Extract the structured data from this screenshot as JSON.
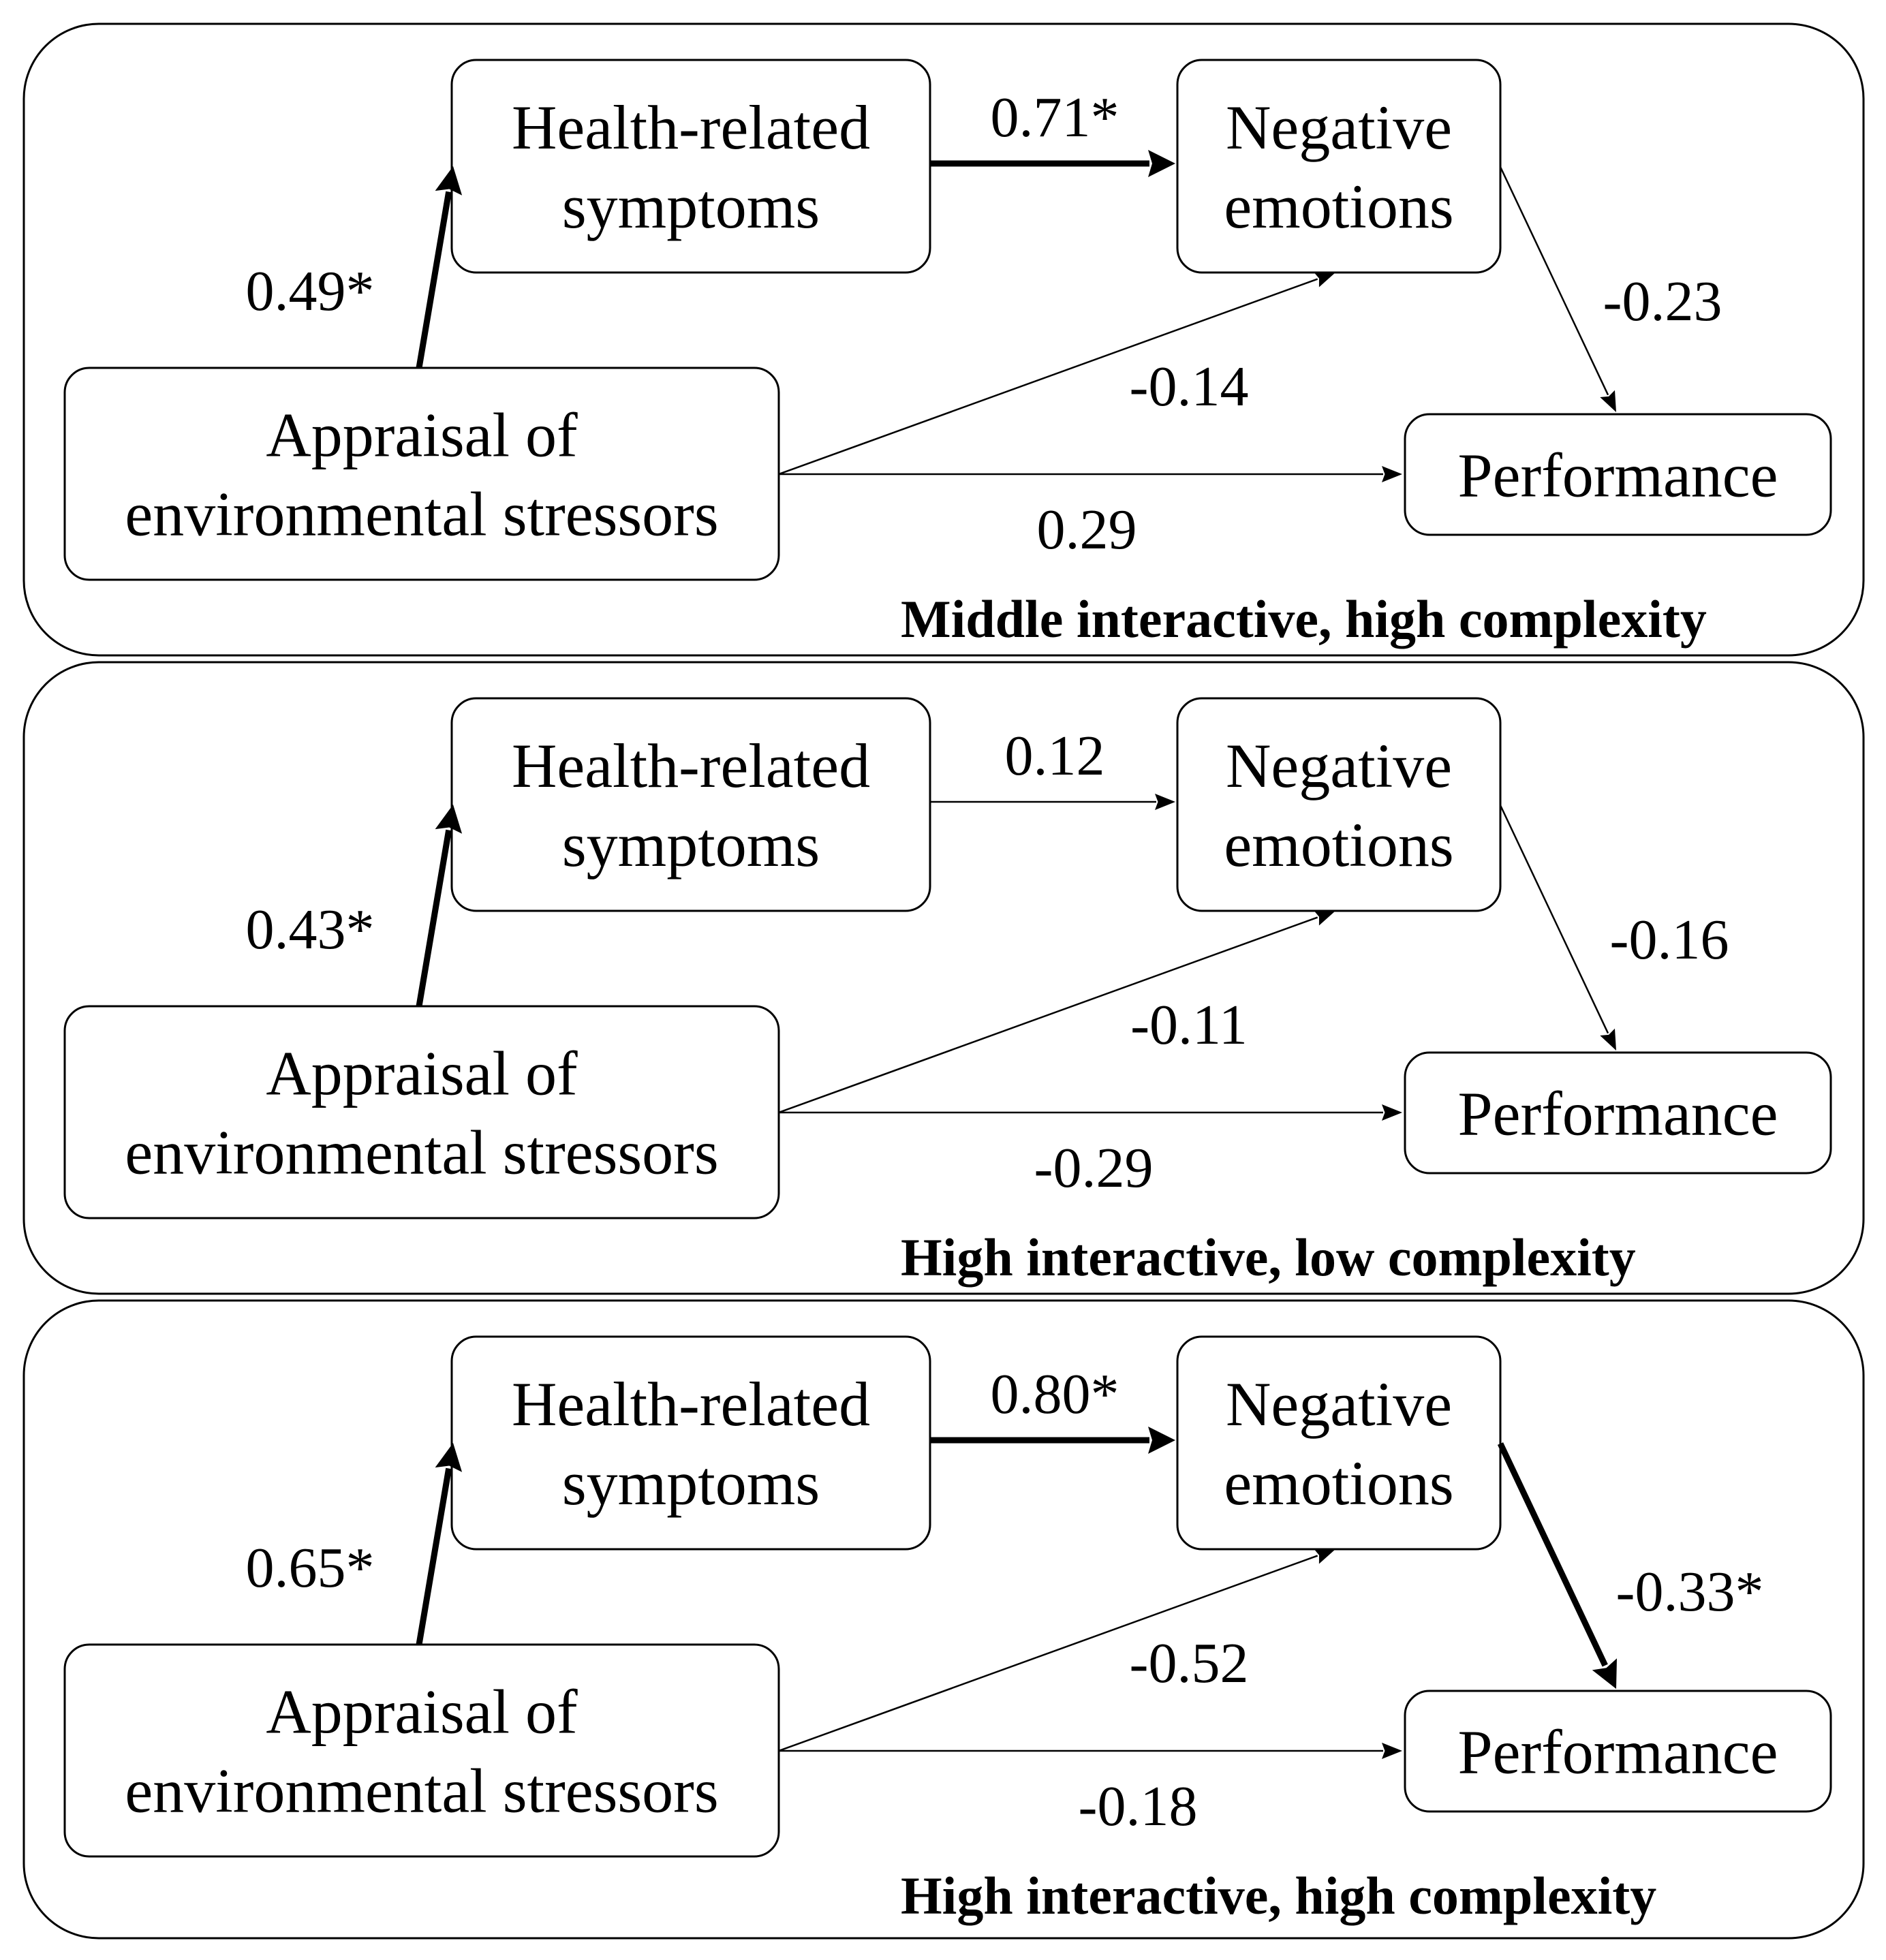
{
  "nodes": {
    "health": [
      "Health-related",
      "symptoms"
    ],
    "negative": [
      "Negative",
      "emotions"
    ],
    "appraisal": [
      "Appraisal of",
      "environmental stressors"
    ],
    "performance": [
      "Performance"
    ]
  },
  "panels": [
    {
      "title": "Middle interactive, high complexity",
      "paths": [
        {
          "from": "appraisal",
          "to": "health",
          "label": "0.49*",
          "significant": true
        },
        {
          "from": "health",
          "to": "negative",
          "label": "0.71*",
          "significant": true
        },
        {
          "from": "negative",
          "to": "performance",
          "label": "-0.23",
          "significant": false
        },
        {
          "from": "appraisal",
          "to": "negative",
          "label": "-0.14",
          "significant": false
        },
        {
          "from": "appraisal",
          "to": "performance",
          "label": "0.29",
          "significant": false
        }
      ]
    },
    {
      "title": "High interactive, low complexity",
      "paths": [
        {
          "from": "appraisal",
          "to": "health",
          "label": "0.43*",
          "significant": true
        },
        {
          "from": "health",
          "to": "negative",
          "label": "0.12",
          "significant": false
        },
        {
          "from": "negative",
          "to": "performance",
          "label": "-0.16",
          "significant": false
        },
        {
          "from": "appraisal",
          "to": "negative",
          "label": "-0.11",
          "significant": false
        },
        {
          "from": "appraisal",
          "to": "performance",
          "label": "-0.29",
          "significant": false
        }
      ]
    },
    {
      "title": "High interactive, high complexity",
      "paths": [
        {
          "from": "appraisal",
          "to": "health",
          "label": "0.65*",
          "significant": true
        },
        {
          "from": "health",
          "to": "negative",
          "label": "0.80*",
          "significant": true
        },
        {
          "from": "negative",
          "to": "performance",
          "label": "-0.33*",
          "significant": true
        },
        {
          "from": "appraisal",
          "to": "negative",
          "label": "-0.52",
          "significant": false
        },
        {
          "from": "appraisal",
          "to": "performance",
          "label": "-0.18",
          "significant": false
        }
      ]
    }
  ]
}
